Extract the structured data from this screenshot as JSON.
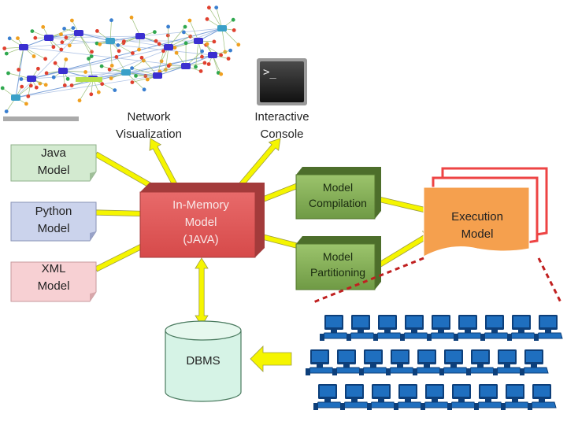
{
  "labels": {
    "network_visualization": [
      "Network",
      "Visualization"
    ],
    "interactive_console": [
      "Interactive",
      "Console"
    ],
    "java_model": [
      "Java",
      "Model"
    ],
    "python_model": [
      "Python",
      "Model"
    ],
    "xml_model": [
      "XML",
      "Model"
    ],
    "in_memory_model": [
      "In-Memory",
      "Model",
      "(JAVA)"
    ],
    "model_compilation": [
      "Model",
      "Compilation"
    ],
    "model_partitioning": [
      "Model",
      "Partitioning"
    ],
    "execution_model": [
      "Execution",
      "Model"
    ],
    "dbms": "DBMS",
    "console_prompt": ">_"
  },
  "colors": {
    "java_model_fill": "#d3ead0",
    "python_model_fill": "#cbd3ec",
    "xml_model_fill": "#f7d0d3",
    "in_memory_fill": "#e25a5a",
    "model_box_fill": "#86b25a",
    "execution_fill": "#f5a04e",
    "execution_outline": "#ee4444",
    "dbms_fill": "#d6f3e6",
    "arrow_fill": "#f5f500",
    "dashed_line": "#c02020",
    "computer_blue": "#1f6fbf"
  },
  "computers": {
    "rows": 3,
    "per_row": 9
  }
}
